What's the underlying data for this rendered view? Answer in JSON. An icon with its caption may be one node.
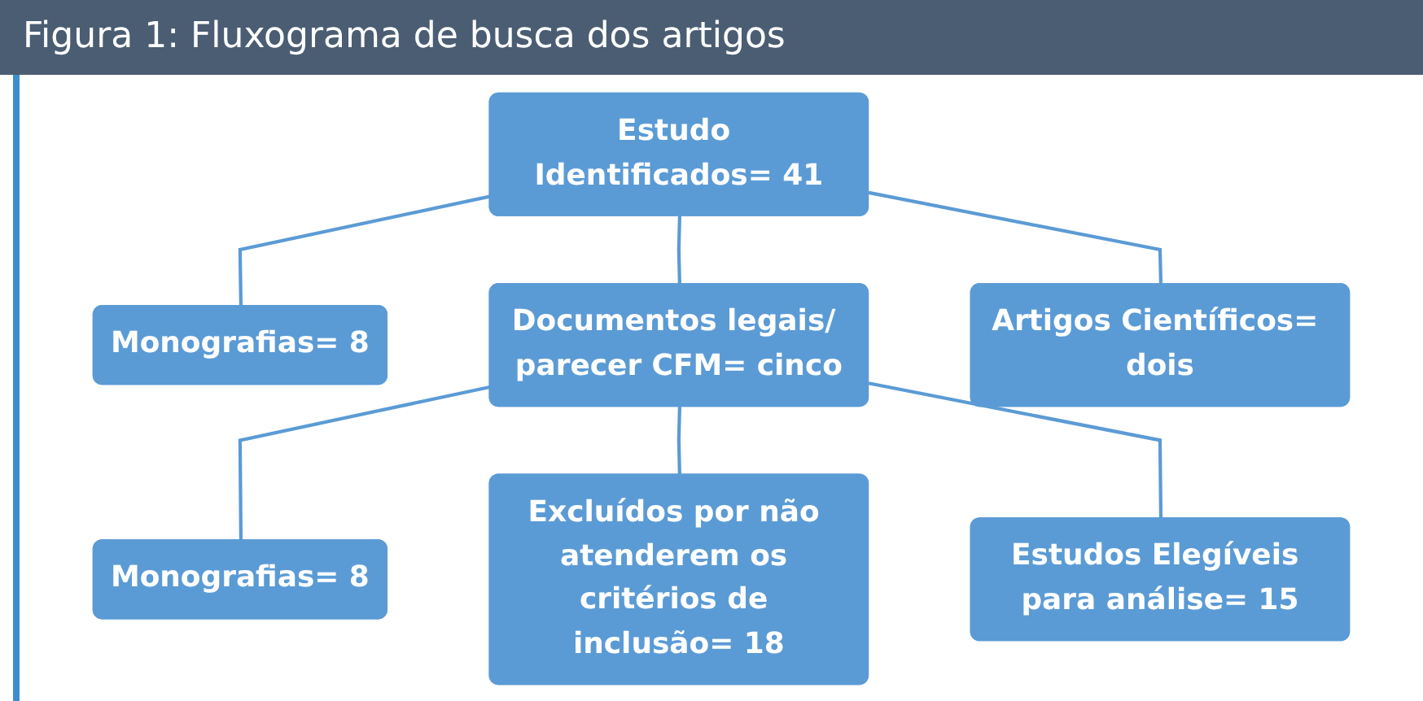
{
  "diagram": {
    "title": "Figura 1: Fluxograma de busca dos artigos",
    "nodes": [
      {
        "text": [
          "Estudo Identificados= 41"
        ]
      },
      {
        "text": [
          "Monografias= 8"
        ]
      },
      {
        "text": [
          "Artigos Científicos= dois"
        ]
      },
      {
        "text": [
          "Documentos legais/ parecer CFM= cinco"
        ]
      },
      {
        "text": [
          "Monografias= 8"
        ]
      },
      {
        "text": [
          "Excluídos por não atenderem os critérios de inclusão= 18"
        ]
      },
      {
        "text": [
          "Estudos Elegíveis para análise= 15"
        ]
      }
    ],
    "edges": [
      {
        "from": 0,
        "to": 1,
        "arrow": "none"
      },
      {
        "from": 0,
        "to": 2,
        "arrow": "none"
      },
      {
        "from": 0,
        "to": 3,
        "arrow": "none"
      },
      {
        "from": 3,
        "to": 4,
        "arrow": "none"
      },
      {
        "from": 3,
        "to": 5,
        "arrow": "none"
      },
      {
        "from": 3,
        "to": 6,
        "arrow": "none"
      }
    ]
  }
}
